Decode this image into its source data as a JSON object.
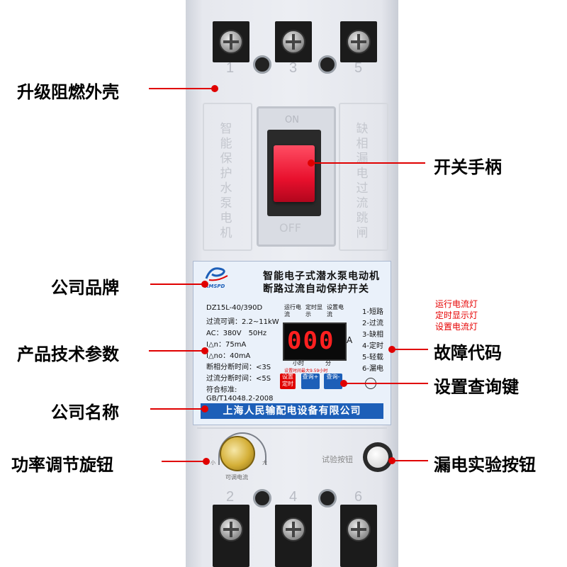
{
  "terminals": {
    "top": [
      "1",
      "3",
      "5"
    ],
    "bottom": [
      "2",
      "4",
      "6"
    ]
  },
  "left_panel_text": "智能保护水泵电机",
  "right_panel_text": "缺相漏电过流跳闸",
  "switch": {
    "on": "ON",
    "off": "OFF"
  },
  "label": {
    "brand": "RMSPD",
    "title1": "智能电子式潜水泵电动机",
    "title2": "断路过流自动保护开关",
    "specs": [
      "DZ15L-40/390D",
      "过流可调：2.2~11kW",
      "AC：380V　50Hz",
      "I△n：75mA",
      "I△no：40mA",
      "断相分断时间：<3S",
      "过流分断时间：<5S",
      "符合标准:",
      "GB/T14048.2-2008"
    ],
    "indicator_labels": [
      "运行电流",
      "定时显示",
      "设置电流"
    ],
    "display_value": "000",
    "display_unit": "A",
    "time_labels": [
      "小时",
      "分"
    ],
    "set_time_range": "设置时间最大9.59小时",
    "buttons": [
      "设置定时",
      "查询+",
      "查询-"
    ],
    "fault_codes": [
      "1-短路",
      "2-过流",
      "3-缺相",
      "4-定时",
      "5-轻载",
      "6-漏电"
    ],
    "company": "上海人民输配电设备有限公司"
  },
  "knob": {
    "caption": "可调电流",
    "min": "小",
    "max": "大"
  },
  "test_button_label": "试验按钮",
  "lights_legend": [
    "运行电流灯",
    "定时显示灯",
    "设置电流灯"
  ],
  "callouts": {
    "shell": "升级阻燃外壳",
    "handle": "开关手柄",
    "brand": "公司品牌",
    "params": "产品技术参数",
    "fault": "故障代码",
    "query": "设置查询键",
    "name": "公司名称",
    "knob": "功率调节旋钮",
    "leak": "漏电实验按钮"
  },
  "colors": {
    "callout_red": "#e00000",
    "display_red": "#ff2020",
    "company_blue": "#1d5fb8"
  }
}
